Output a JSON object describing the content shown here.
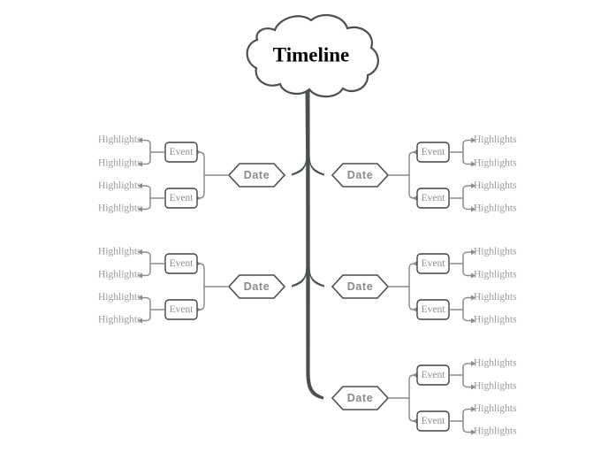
{
  "diagram": {
    "type": "mind-map",
    "title": "Timeline",
    "background_color": "#ffffff",
    "trunk_color": "#4a4f4f",
    "branch_color": "#8c8c8c",
    "label_color": "#9a9a9a",
    "root": {
      "label": "Timeline",
      "shape": "cloud",
      "text_color": "#000000"
    },
    "node_labels": {
      "date": "Date",
      "event": "Event",
      "highlight": "Highlights"
    },
    "clusters": [
      {
        "id": "cluster-top-left",
        "side": "left",
        "date_label": "Date",
        "events": [
          {
            "label": "Event",
            "highlights": [
              "Highlights",
              "Highlights"
            ]
          },
          {
            "label": "Event",
            "highlights": [
              "Highlights",
              "Highlights"
            ]
          }
        ]
      },
      {
        "id": "cluster-top-right",
        "side": "right",
        "date_label": "Date",
        "events": [
          {
            "label": "Event",
            "highlights": [
              "Highlights",
              "Highlights"
            ]
          },
          {
            "label": "Event",
            "highlights": [
              "Highlights",
              "Highlights"
            ]
          }
        ]
      },
      {
        "id": "cluster-mid-left",
        "side": "left",
        "date_label": "Date",
        "events": [
          {
            "label": "Event",
            "highlights": [
              "Highlights",
              "Highlights"
            ]
          },
          {
            "label": "Event",
            "highlights": [
              "Highlights",
              "Highlights"
            ]
          }
        ]
      },
      {
        "id": "cluster-mid-right",
        "side": "right",
        "date_label": "Date",
        "events": [
          {
            "label": "Event",
            "highlights": [
              "Highlights",
              "Highlights"
            ]
          },
          {
            "label": "Event",
            "highlights": [
              "Highlights",
              "Highlights"
            ]
          }
        ]
      },
      {
        "id": "cluster-bottom-right",
        "side": "right",
        "date_label": "Date",
        "events": [
          {
            "label": "Event",
            "highlights": [
              "Highlights",
              "Highlights"
            ]
          },
          {
            "label": "Event",
            "highlights": [
              "Highlights",
              "Highlights"
            ]
          }
        ]
      }
    ]
  }
}
